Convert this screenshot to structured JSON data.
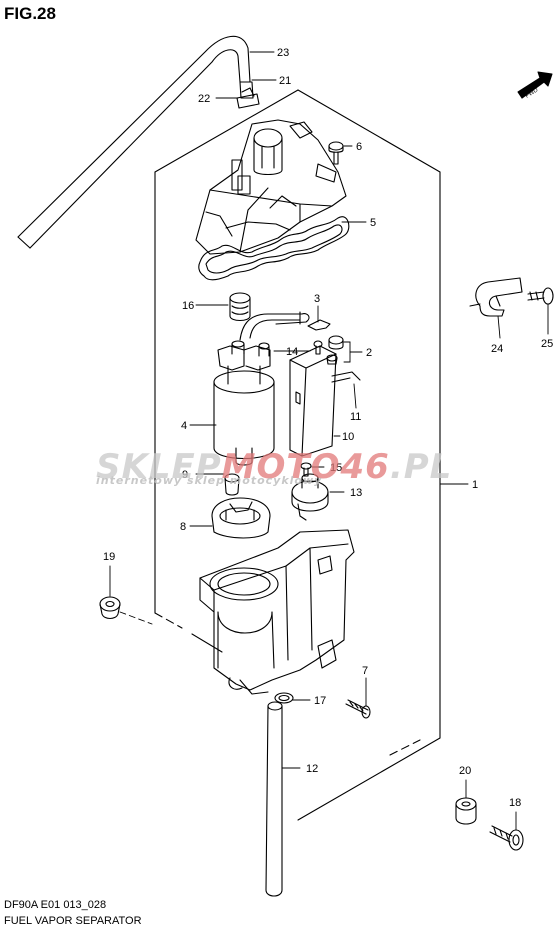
{
  "figure": {
    "title": "FIG.28",
    "model_code": "DF90A E01 013_028",
    "name": "FUEL VAPOR SEPARATOR",
    "direction_badge": "FWD"
  },
  "watermark": {
    "brand_part1": "SKLEP",
    "brand_part2": "MOTO46",
    "brand_part3": ".PL",
    "subtitle": "internetowy sklep motocyklowy"
  },
  "callouts": {
    "c1": "1",
    "c2": "2",
    "c3": "3",
    "c4": "4",
    "c5": "5",
    "c6": "6",
    "c7": "7",
    "c8": "8",
    "c9": "9",
    "c10": "10",
    "c11": "11",
    "c12": "12",
    "c13": "13",
    "c14": "14",
    "c15": "15",
    "c16": "16",
    "c17": "17",
    "c18": "18",
    "c19": "19",
    "c20": "20",
    "c21": "21",
    "c22": "22",
    "c23": "23",
    "c24": "24",
    "c25": "25"
  }
}
